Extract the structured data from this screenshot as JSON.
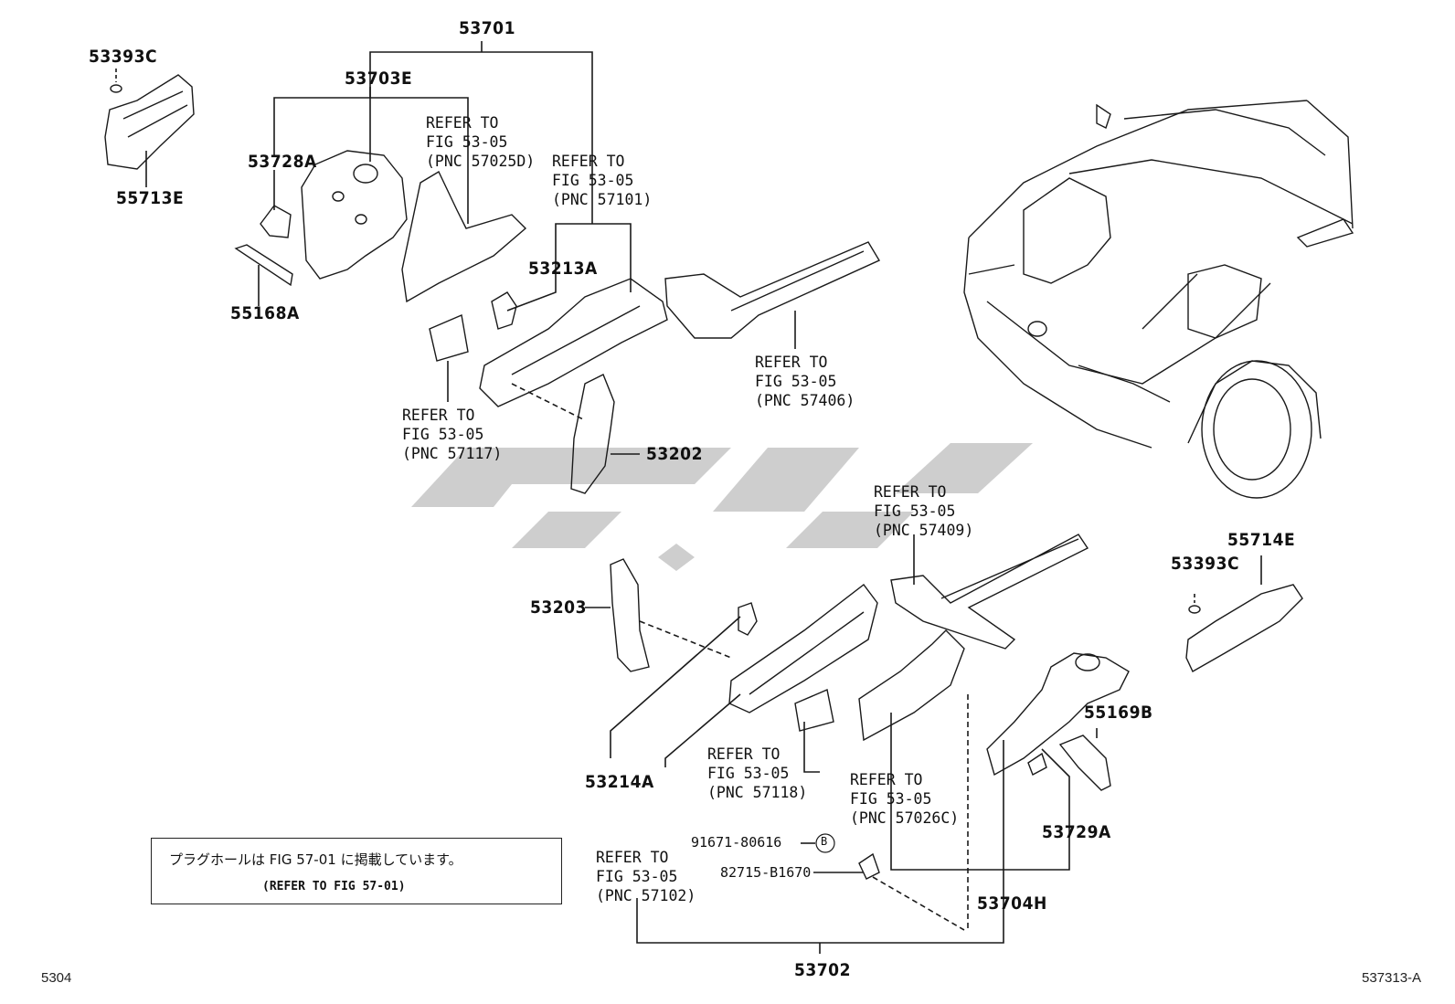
{
  "parts": {
    "p53701": "53701",
    "p53703E": "53703E",
    "p53393C_top": "53393C",
    "p55713E": "55713E",
    "p53728A": "53728A",
    "p55168A": "55168A",
    "p53213A": "53213A",
    "p53202": "53202",
    "p53203": "53203",
    "p53214A": "53214A",
    "p53702": "53702",
    "p53704H": "53704H",
    "p53729A": "53729A",
    "p55169B": "55169B",
    "p55714E": "55714E",
    "p53393C_right": "53393C",
    "p91671": "91671-80616",
    "p82715": "82715-B1670",
    "callout_b": "B"
  },
  "refs": {
    "r57025D": [
      "REFER TO",
      "FIG 53-05",
      "(PNC 57025D)"
    ],
    "r57101": [
      "REFER TO",
      "FIG 53-05",
      "(PNC 57101)"
    ],
    "r57406": [
      "REFER TO",
      "FIG 53-05",
      "(PNC 57406)"
    ],
    "r57117": [
      "REFER TO",
      "FIG 53-05",
      "(PNC 57117)"
    ],
    "r57409": [
      "REFER TO",
      "FIG 53-05",
      "(PNC 57409)"
    ],
    "r57118": [
      "REFER TO",
      "FIG 53-05",
      "(PNC 57118)"
    ],
    "r57026C": [
      "REFER TO",
      "FIG 53-05",
      "(PNC 57026C)"
    ],
    "r57102": [
      "REFER TO",
      "FIG 53-05",
      "(PNC 57102)"
    ]
  },
  "note": {
    "jp": "プラグホールは FIG 57-01 に掲載しています。",
    "en": "(REFER TO FIG 57-01)"
  },
  "footer": {
    "left": "5304",
    "right": "537313-A"
  },
  "colors": {
    "line": "#1a1a1a",
    "watermark": "#c8c8c8"
  }
}
